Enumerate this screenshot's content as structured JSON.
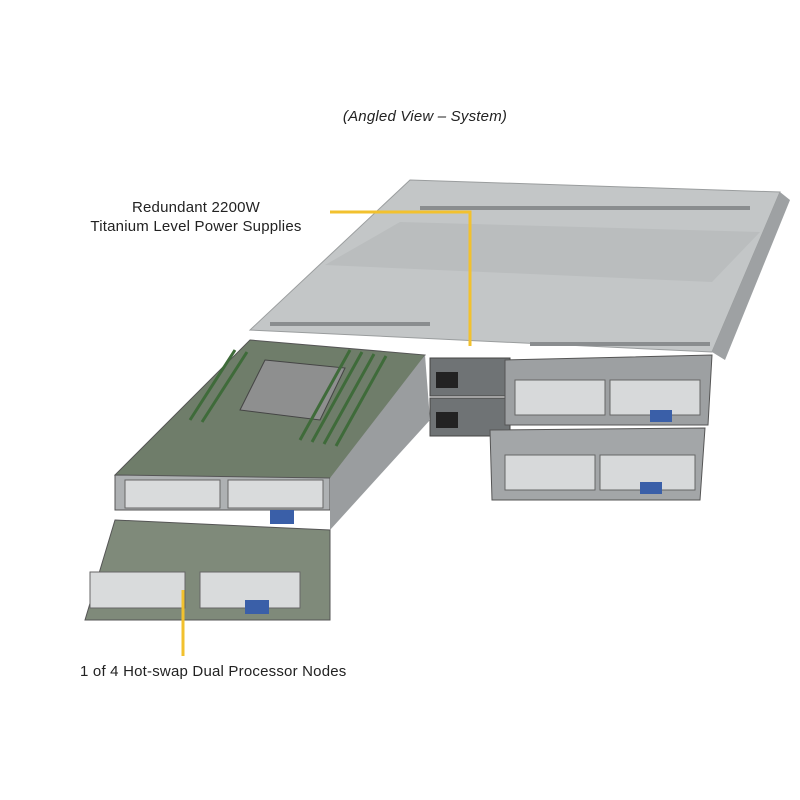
{
  "caption": "(Angled View – System)",
  "callouts": {
    "power_supplies": {
      "line1": "Redundant 2200W",
      "line2": "Titanium Level Power Supplies"
    },
    "nodes": "1 of 4 Hot-swap Dual Processor Nodes"
  },
  "colors": {
    "callout_line": "#f2c12e",
    "chassis": "#b9bcbd",
    "chassis_dark": "#8c9092"
  }
}
